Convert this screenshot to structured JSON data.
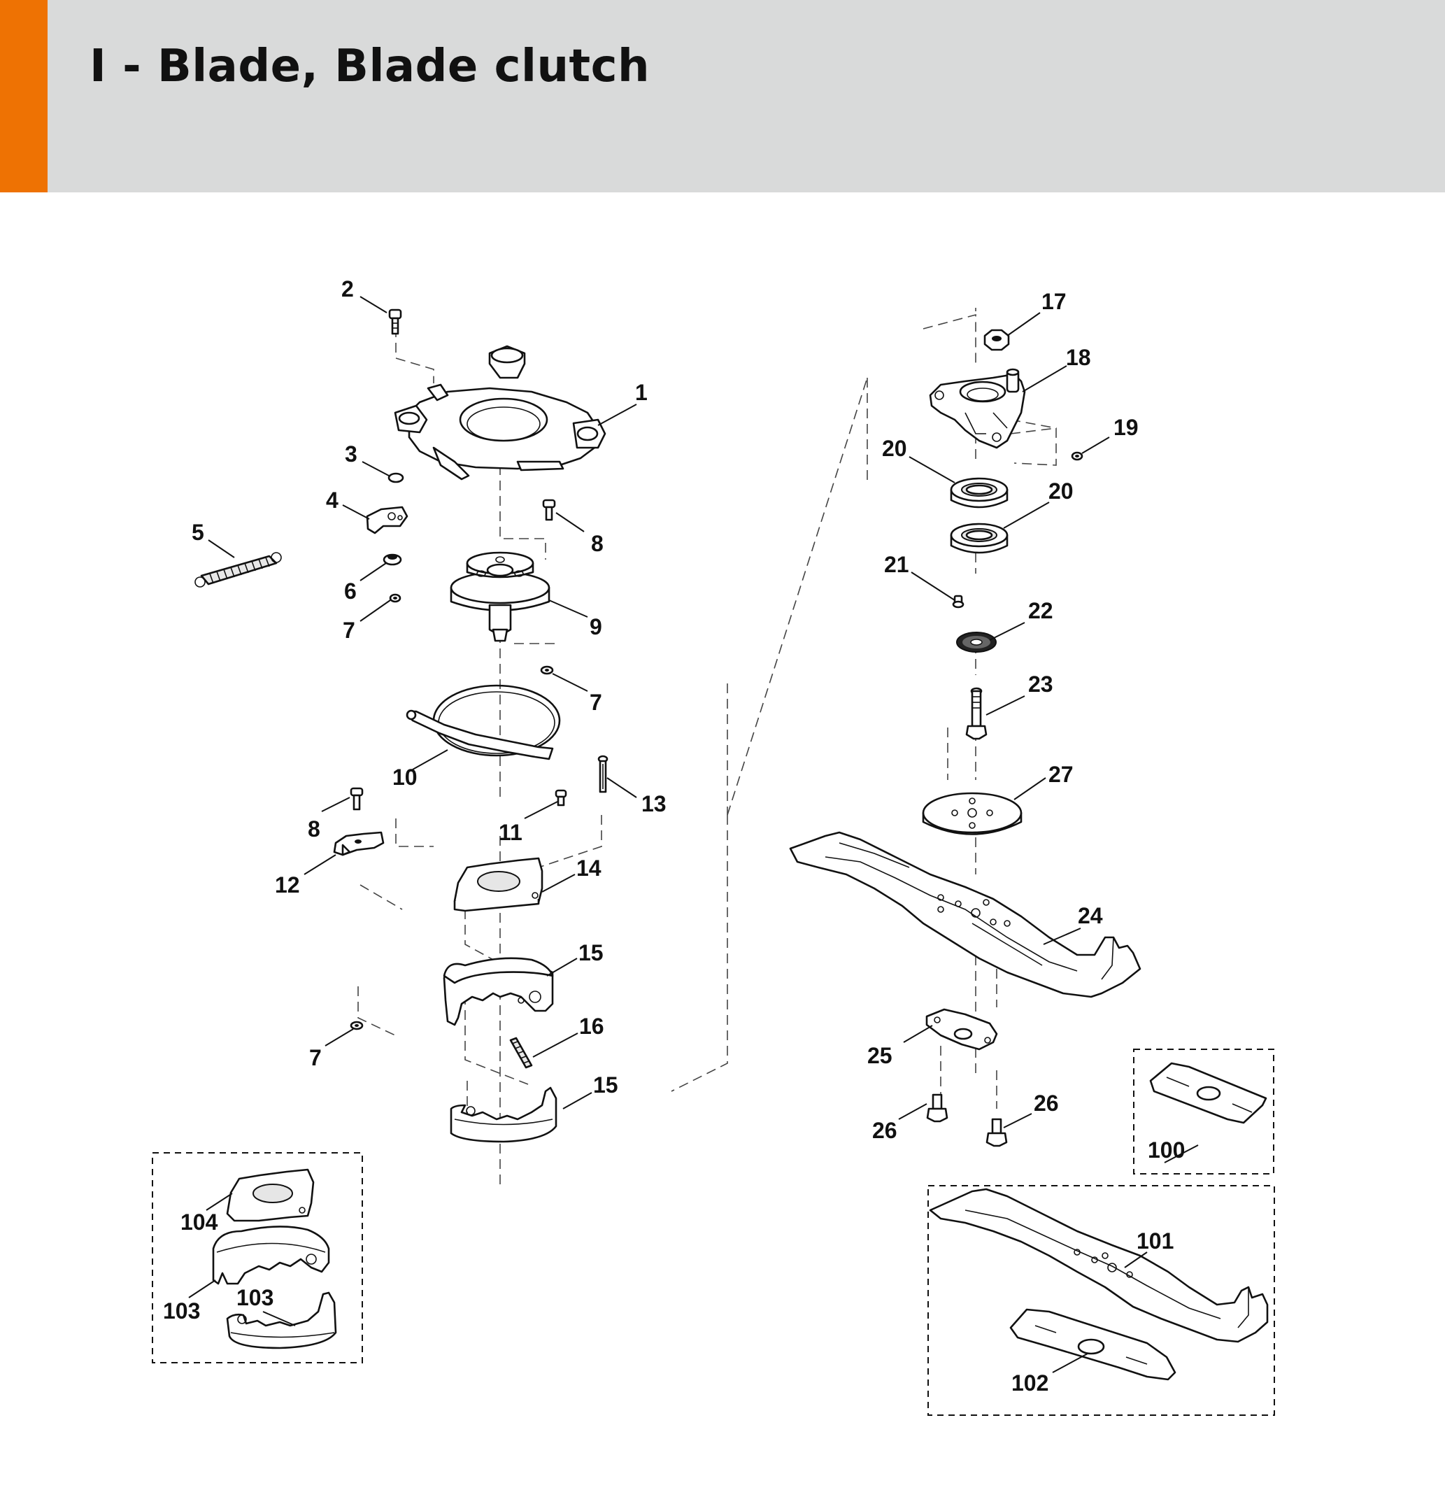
{
  "header": {
    "title": "I - Blade, Blade clutch",
    "accent_color": "#ee7203",
    "background_color": "#d9dada"
  },
  "diagram": {
    "title": "Exploded view - blade and blade clutch assembly",
    "callouts": [
      {
        "id": "c1",
        "label": "1"
      },
      {
        "id": "c2",
        "label": "2"
      },
      {
        "id": "c3",
        "label": "3"
      },
      {
        "id": "c4",
        "label": "4"
      },
      {
        "id": "c5",
        "label": "5"
      },
      {
        "id": "c6",
        "label": "6"
      },
      {
        "id": "c7a",
        "label": "7"
      },
      {
        "id": "c7b",
        "label": "7"
      },
      {
        "id": "c7c",
        "label": "7"
      },
      {
        "id": "c8a",
        "label": "8"
      },
      {
        "id": "c8b",
        "label": "8"
      },
      {
        "id": "c9",
        "label": "9"
      },
      {
        "id": "c10",
        "label": "10"
      },
      {
        "id": "c11",
        "label": "11"
      },
      {
        "id": "c12",
        "label": "12"
      },
      {
        "id": "c13",
        "label": "13"
      },
      {
        "id": "c14",
        "label": "14"
      },
      {
        "id": "c15a",
        "label": "15"
      },
      {
        "id": "c15b",
        "label": "15"
      },
      {
        "id": "c16",
        "label": "16"
      },
      {
        "id": "c17",
        "label": "17"
      },
      {
        "id": "c18",
        "label": "18"
      },
      {
        "id": "c19",
        "label": "19"
      },
      {
        "id": "c20a",
        "label": "20"
      },
      {
        "id": "c20b",
        "label": "20"
      },
      {
        "id": "c21",
        "label": "21"
      },
      {
        "id": "c22",
        "label": "22"
      },
      {
        "id": "c23",
        "label": "23"
      },
      {
        "id": "c24",
        "label": "24"
      },
      {
        "id": "c25",
        "label": "25"
      },
      {
        "id": "c26a",
        "label": "26"
      },
      {
        "id": "c26b",
        "label": "26"
      },
      {
        "id": "c27",
        "label": "27"
      },
      {
        "id": "c100",
        "label": "100"
      },
      {
        "id": "c101",
        "label": "101"
      },
      {
        "id": "c102",
        "label": "102"
      },
      {
        "id": "c103a",
        "label": "103"
      },
      {
        "id": "c103b",
        "label": "103"
      },
      {
        "id": "c104",
        "label": "104"
      }
    ]
  }
}
